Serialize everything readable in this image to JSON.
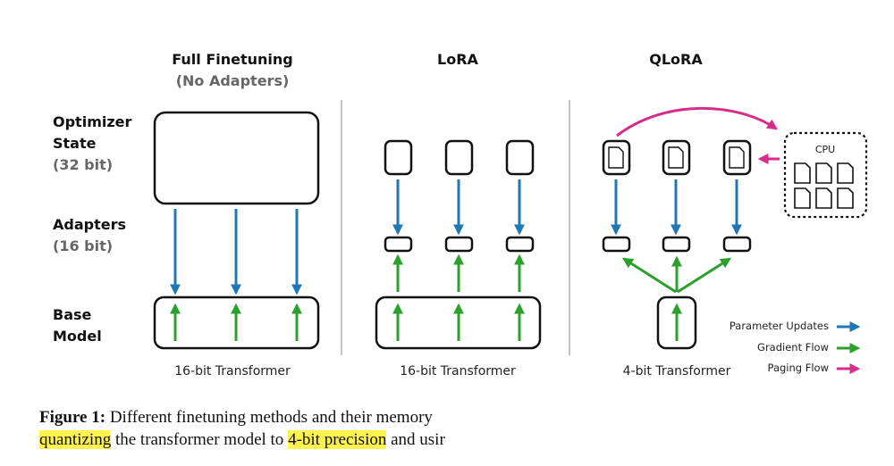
{
  "columns": [
    {
      "title": "Full Finetuning",
      "subtitle": "(No Adapters)",
      "footer": "16-bit Transformer"
    },
    {
      "title": "LoRA",
      "subtitle": "",
      "footer": "16-bit Transformer"
    },
    {
      "title": "QLoRA",
      "subtitle": "",
      "footer": "4-bit Transformer"
    }
  ],
  "rows": {
    "optimizer": {
      "line1": "Optimizer",
      "line2": "State",
      "sub": "(32 bit)"
    },
    "adapters": {
      "line1": "Adapters",
      "sub": "(16 bit)"
    },
    "base": {
      "line1": "Base",
      "line2": "Model"
    }
  },
  "cpu_label": "CPU",
  "legend": [
    {
      "label": "Parameter Updates",
      "color": "#1f77b4"
    },
    {
      "label": "Gradient Flow",
      "color": "#2ca02c"
    },
    {
      "label": "Paging Flow",
      "color": "#d62d8a"
    }
  ],
  "colors": {
    "blue": "#1f77b4",
    "green": "#2ca02c",
    "magenta": "#d62d8a"
  },
  "caption": {
    "label": "Figure 1:",
    "part1": " Different finetuning methods and their memory",
    "hl1": "quantizing",
    "part2": " the transformer model to ",
    "hl2": "4-bit precision",
    "part3": " and usir"
  }
}
